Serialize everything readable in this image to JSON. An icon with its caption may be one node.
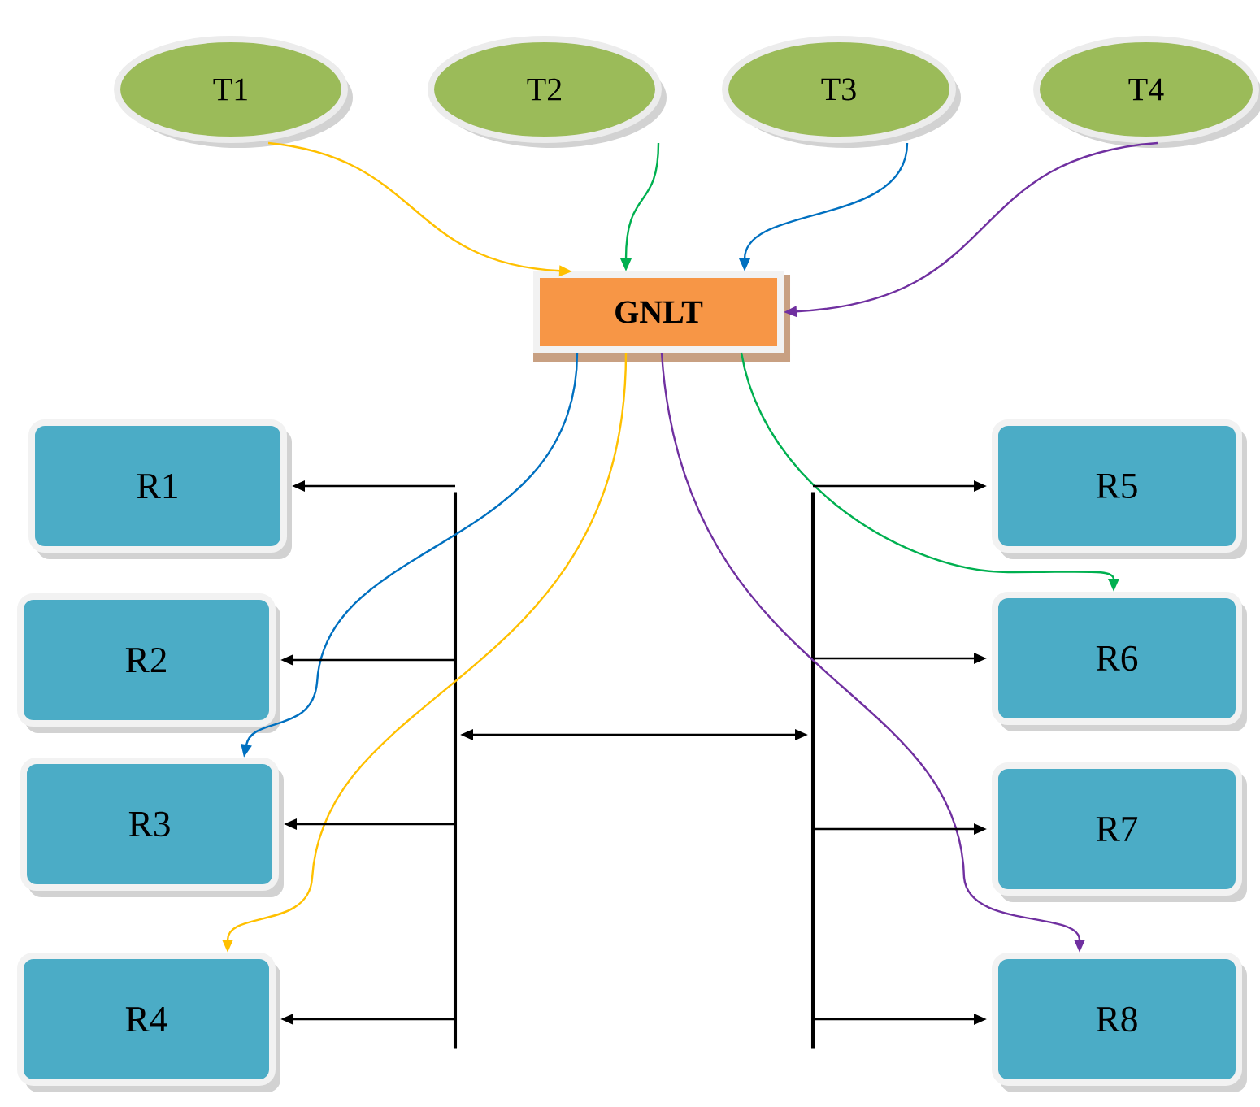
{
  "diagram": {
    "nodes": [
      {
        "text": [
          "T1"
        ]
      },
      {
        "text": [
          "T2"
        ]
      },
      {
        "text": [
          "T3"
        ]
      },
      {
        "text": [
          "T4"
        ]
      },
      {
        "text": [
          "GNLT"
        ]
      },
      {
        "text": [
          "R1"
        ]
      },
      {
        "text": [
          "R2"
        ]
      },
      {
        "text": [
          "R3"
        ]
      },
      {
        "text": [
          "R4"
        ]
      },
      {
        "text": [
          "R5"
        ]
      },
      {
        "text": [
          "R6"
        ]
      },
      {
        "text": [
          "R7"
        ]
      },
      {
        "text": [
          "R8"
        ]
      },
      {
        "text": [],
        "shape": "bar"
      },
      {
        "text": [],
        "shape": "bar"
      }
    ],
    "edges": [
      {
        "from": 0,
        "to": 4,
        "arrow": "to",
        "color": "#ffc000"
      },
      {
        "from": 1,
        "to": 4,
        "arrow": "to",
        "color": "#00b050"
      },
      {
        "from": 2,
        "to": 4,
        "arrow": "to",
        "color": "#0070c0"
      },
      {
        "from": 3,
        "to": 4,
        "arrow": "to",
        "color": "#7030a0"
      },
      {
        "from": 4,
        "to": 7,
        "arrow": "to",
        "color": "#0070c0"
      },
      {
        "from": 4,
        "to": 8,
        "arrow": "to",
        "color": "#ffc000"
      },
      {
        "from": 4,
        "to": 12,
        "arrow": "to",
        "color": "#7030a0"
      },
      {
        "from": 4,
        "to": 10,
        "arrow": "to",
        "color": "#00b050"
      },
      {
        "from": 13,
        "to": 5,
        "arrow": "to"
      },
      {
        "from": 13,
        "to": 6,
        "arrow": "to"
      },
      {
        "from": 13,
        "to": 7,
        "arrow": "to"
      },
      {
        "from": 13,
        "to": 8,
        "arrow": "to"
      },
      {
        "from": 14,
        "to": 9,
        "arrow": "to"
      },
      {
        "from": 14,
        "to": 10,
        "arrow": "to"
      },
      {
        "from": 14,
        "to": 11,
        "arrow": "to"
      },
      {
        "from": 14,
        "to": 12,
        "arrow": "to"
      },
      {
        "from": 13,
        "to": 14,
        "arrow": "both"
      }
    ]
  }
}
